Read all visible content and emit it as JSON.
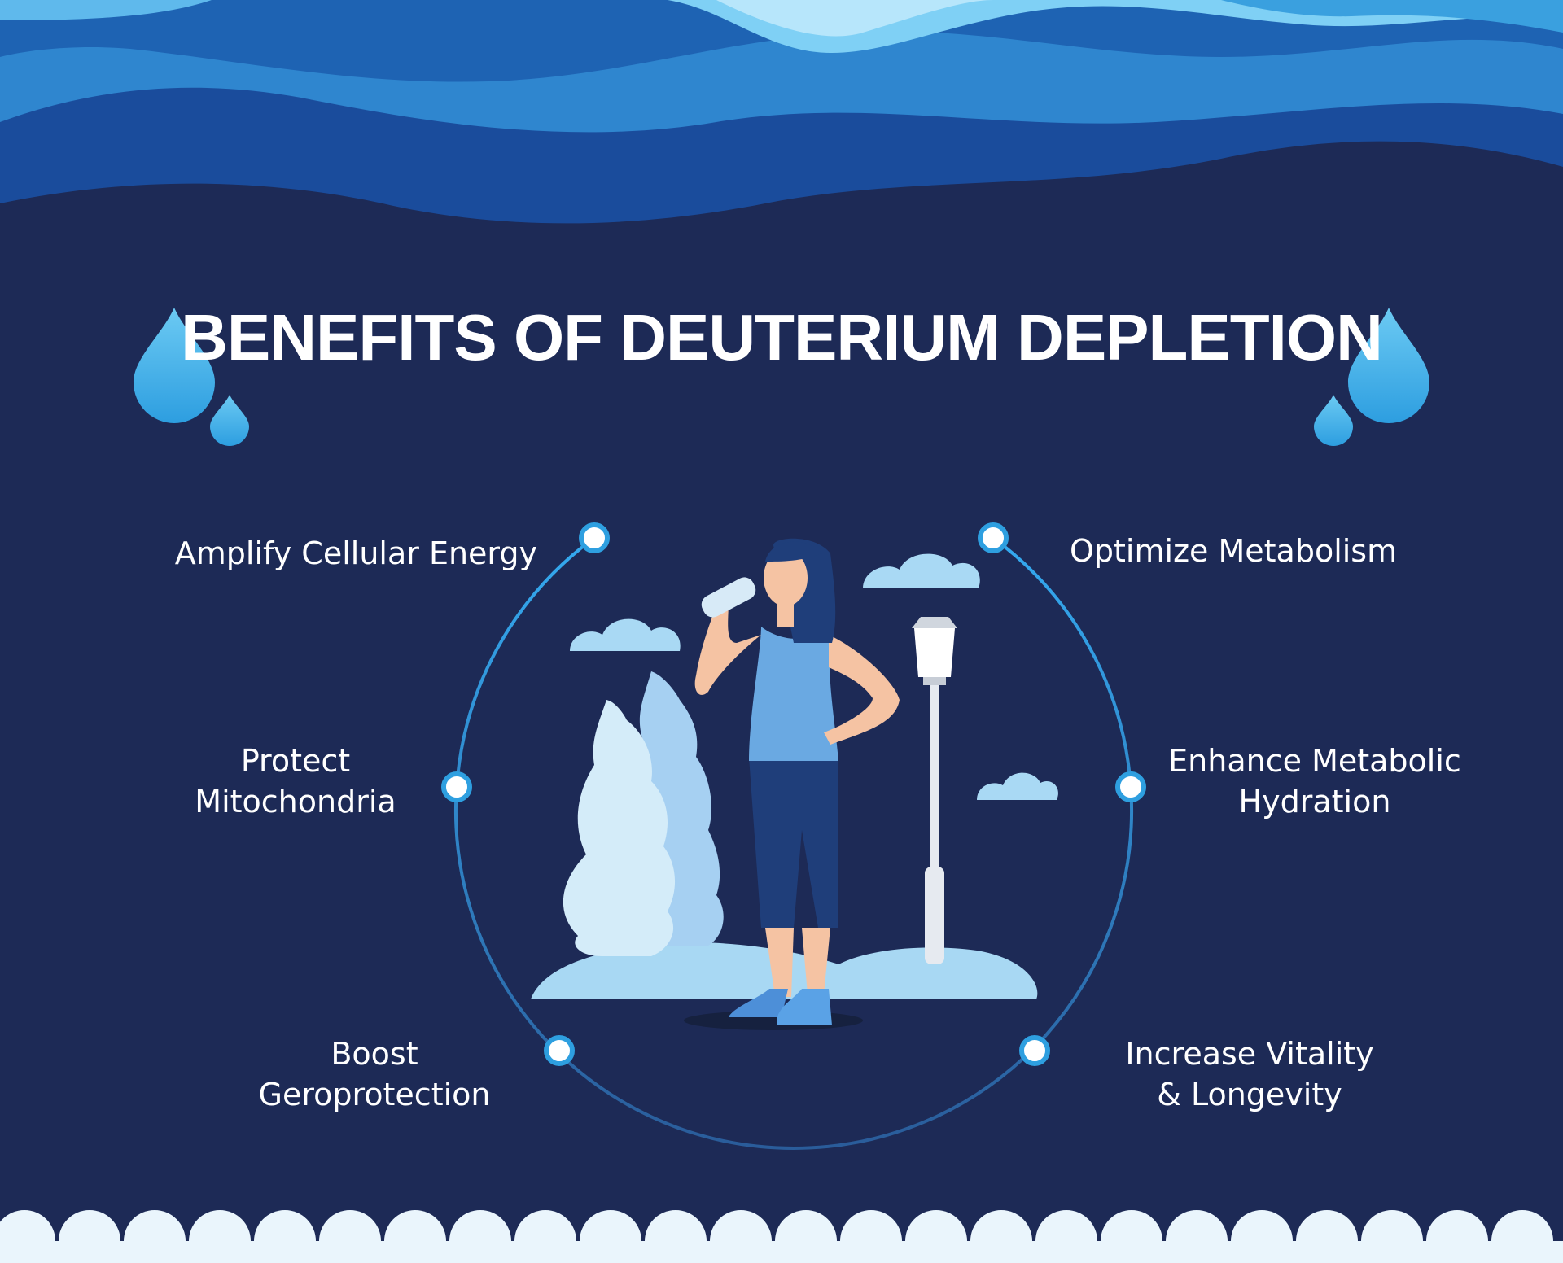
{
  "title": "BENEFITS OF DEUTERIUM DEPLETION",
  "benefits": {
    "amplify": "Amplify Cellular Energy",
    "optimize": "Optimize Metabolism",
    "protect": "Protect\nMitochondria",
    "enhance": "Enhance Metabolic\nHydration",
    "boost": "Boost\nGeroprotection",
    "increase": "Increase Vitality\n& Longevity"
  },
  "colors": {
    "background": "#1d2a56",
    "wave_dark": "#1a4c9c",
    "wave_mid": "#2f86cf",
    "wave_light": "#5fb9ec",
    "drop": "#4fb3e8",
    "ring": "#2e9fe0",
    "cloud_footer": "#eaf5fc"
  },
  "icons": [
    "water-drop-icon",
    "person-drinking-illustration",
    "tree-icon",
    "street-lamp-icon",
    "cloud-icon"
  ]
}
